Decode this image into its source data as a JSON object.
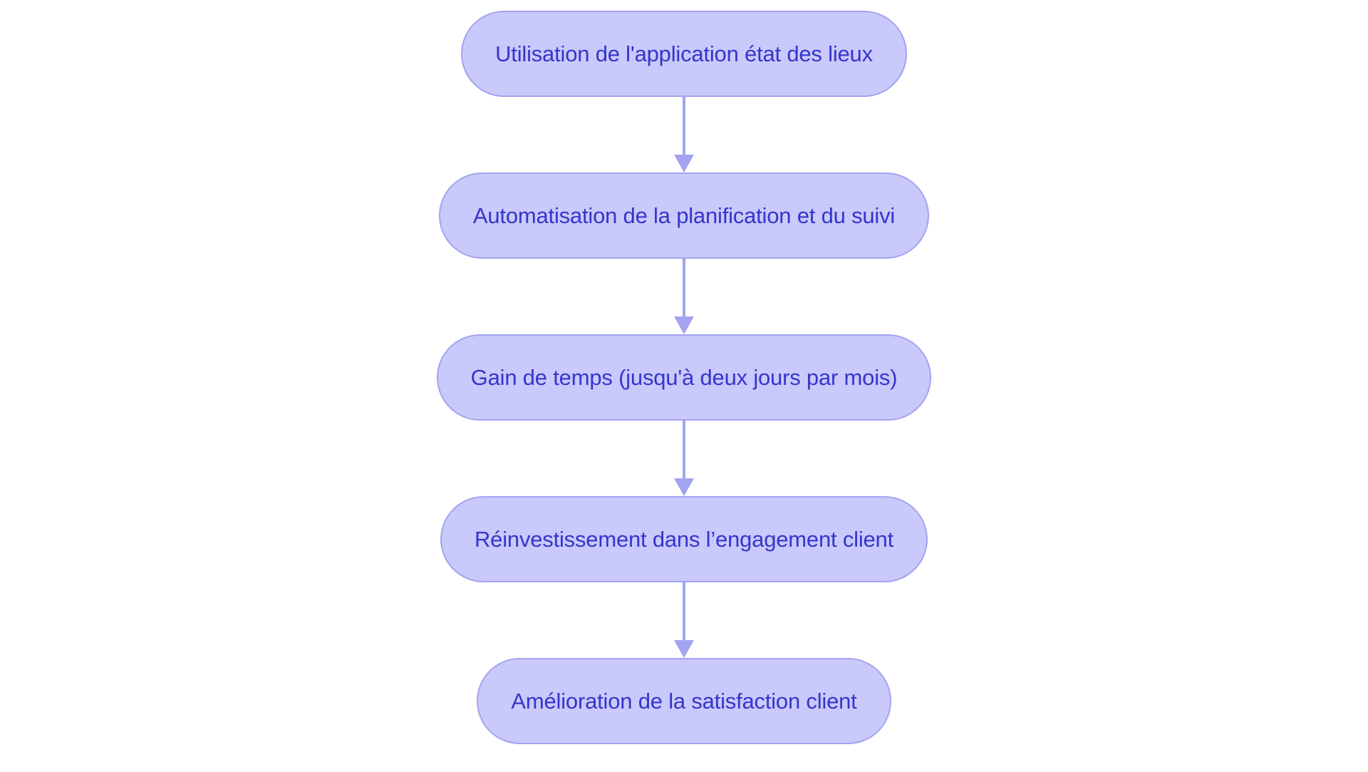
{
  "diagram": {
    "type": "flowchart",
    "orientation": "vertical",
    "title": "",
    "colors": {
      "node_fill": "#c9c9fb",
      "node_border": "#a3a3f0",
      "node_text": "#3535cc",
      "arrow": "#a3a3f0",
      "background": "#ffffff"
    },
    "nodes": [
      {
        "id": "n1",
        "label": "Utilisation de l'application état des lieux"
      },
      {
        "id": "n2",
        "label": "Automatisation de la planification et du suivi"
      },
      {
        "id": "n3",
        "label": "Gain de temps (jusqu'à deux jours par mois)"
      },
      {
        "id": "n4",
        "label": "Réinvestissement dans l’engagement client"
      },
      {
        "id": "n5",
        "label": "Amélioration de la satisfaction client"
      }
    ],
    "edges": [
      {
        "from": "n1",
        "to": "n2",
        "label": ""
      },
      {
        "from": "n2",
        "to": "n3",
        "label": ""
      },
      {
        "from": "n3",
        "to": "n4",
        "label": ""
      },
      {
        "from": "n4",
        "to": "n5",
        "label": ""
      }
    ]
  }
}
